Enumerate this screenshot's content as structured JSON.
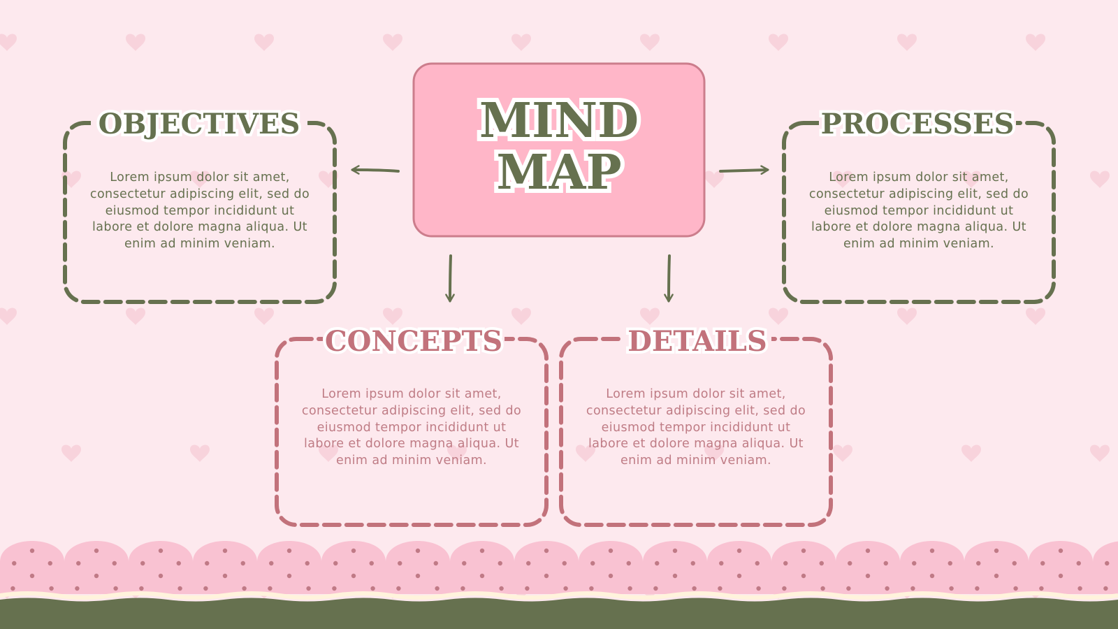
{
  "center": {
    "line1": "MIND",
    "line2": "MAP"
  },
  "nodes": {
    "objectives": {
      "title": "OBJECTIVES",
      "body": "Lorem ipsum dolor sit amet, consectetur adipiscing elit, sed do eiusmod tempor incididunt ut labore et dolore magna aliqua. Ut enim ad minim veniam."
    },
    "processes": {
      "title": "PROCESSES",
      "body": "Lorem ipsum dolor sit amet, consectetur adipiscing elit, sed do eiusmod tempor incididunt ut labore et dolore magna aliqua. Ut enim ad minim veniam."
    },
    "concepts": {
      "title": "CONCEPTS",
      "body": "Lorem ipsum dolor sit amet, consectetur adipiscing elit, sed do eiusmod tempor incididunt ut labore et dolore magna aliqua. Ut enim ad minim veniam."
    },
    "details": {
      "title": "DETAILS",
      "body": "Lorem ipsum dolor sit amet, consectetur adipiscing elit, sed do eiusmod tempor incididunt ut labore et dolore magna aliqua. Ut enim ad minim veniam."
    }
  },
  "colors": {
    "background": "#fde9ee",
    "heart": "#f8d3dc",
    "olive": "#66714f",
    "rose": "#c2727b",
    "center_fill": "#ffb6c8",
    "center_border": "#cc7d8c",
    "scallop": "#f9c2d2",
    "dot": "#c07a86",
    "ground": "#66714f"
  }
}
